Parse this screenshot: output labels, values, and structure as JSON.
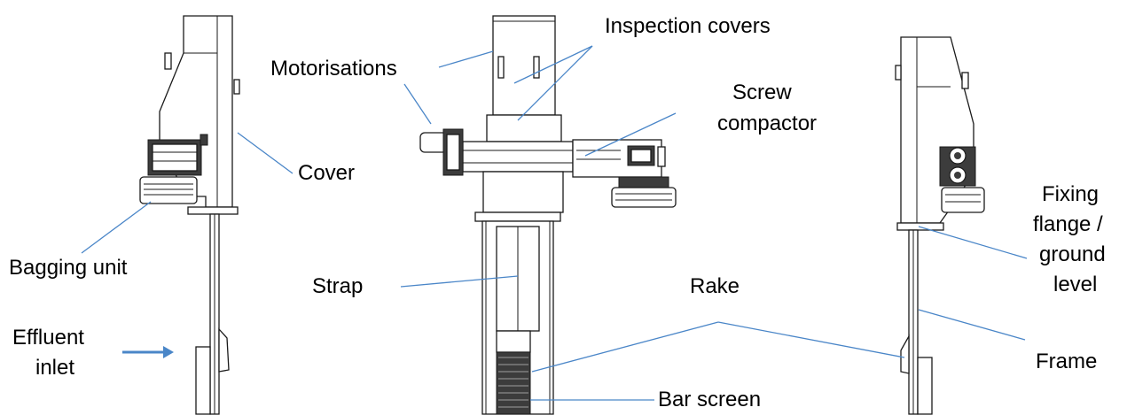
{
  "labels": {
    "bagging_unit": "Bagging unit",
    "effluent_inlet_1": "Effluent",
    "effluent_inlet_2": "inlet",
    "cover": "Cover",
    "motorisations": "Motorisations",
    "inspection_covers": "Inspection covers",
    "screw_compactor_1": "Screw",
    "screw_compactor_2": "compactor",
    "strap": "Strap",
    "rake": "Rake",
    "bar_screen": "Bar screen",
    "fixing_flange_1": "Fixing",
    "fixing_flange_2": "flange /",
    "fixing_flange_3": "ground",
    "fixing_flange_4": "level",
    "frame": "Frame"
  },
  "colors": {
    "leader_line": "#4a86c8",
    "inlet_arrow": "#4a86c8",
    "drawing_stroke": "#1a1a1a",
    "background": "#ffffff"
  }
}
